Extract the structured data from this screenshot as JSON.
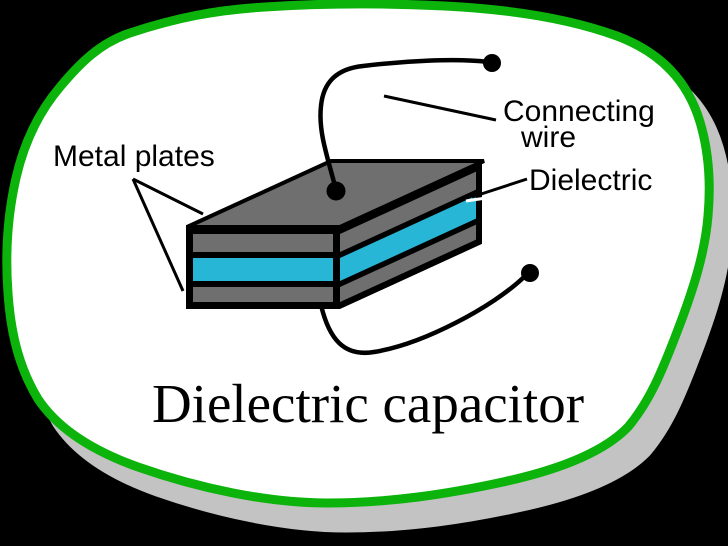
{
  "diagram": {
    "title": "Dielectric capacitor",
    "labels": {
      "metal_plates": "Metal plates",
      "connecting_wire_line1": "Connecting",
      "connecting_wire_line2": "wire",
      "dielectric": "Dielectric"
    },
    "colors": {
      "background": "#000000",
      "blob_fill": "#ffffff",
      "blob_outline": "#0bb30b",
      "blob_shadow": "#c3c3c3",
      "plate_gray": "#6f6f6f",
      "dielectric_cyan": "#28b6d7",
      "line_black": "#000000"
    }
  }
}
